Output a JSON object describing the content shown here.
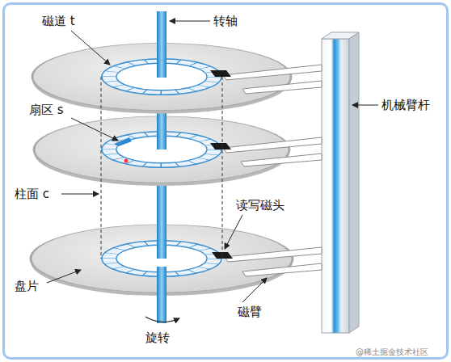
{
  "diagram": {
    "labels": [
      "磁道 t",
      "转轴",
      "扇区 s",
      "柱面 c",
      "读写磁头",
      "机械臂杆",
      "盘片",
      "磁臂",
      "旋转",
      "@稀土掘金技术社区"
    ]
  }
}
